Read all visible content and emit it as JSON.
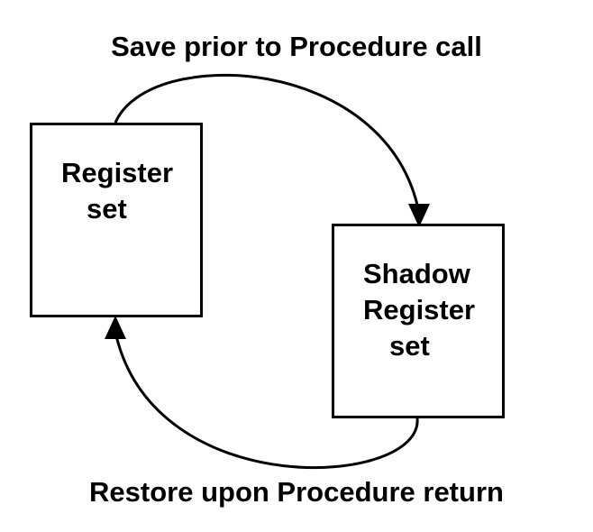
{
  "diagram": {
    "top_arrow_label": "Save prior to Procedure call",
    "bottom_arrow_label": "Restore upon Procedure return",
    "register_box": {
      "line1": "Register",
      "line2": "set"
    },
    "shadow_box": {
      "line1": "Shadow",
      "line2": "Register",
      "line3": "set"
    },
    "stroke_color": "#000000",
    "background_color": "#ffffff"
  }
}
